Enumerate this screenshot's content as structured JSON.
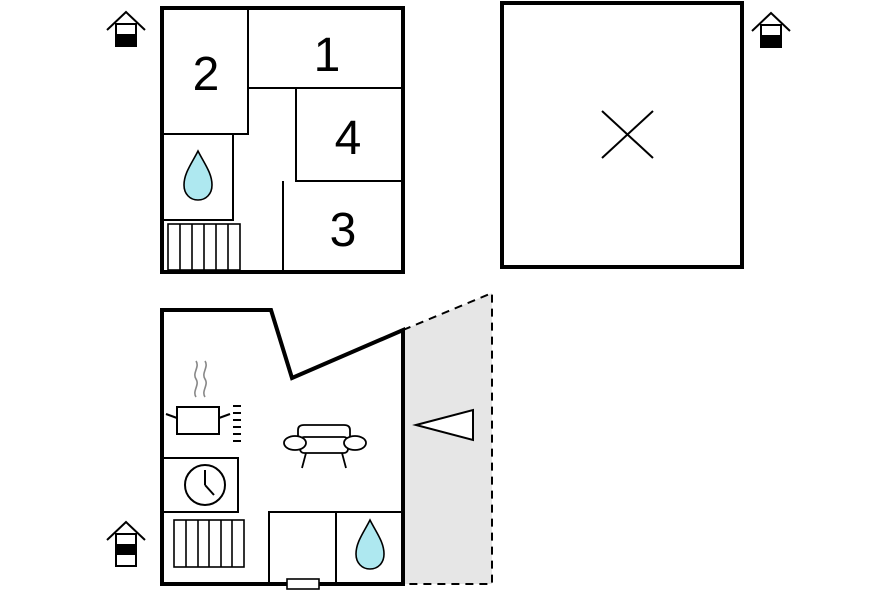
{
  "floor_upper": {
    "rooms": [
      {
        "id": "room-1",
        "label": "1"
      },
      {
        "id": "room-2",
        "label": "2"
      },
      {
        "id": "room-3",
        "label": "3"
      },
      {
        "id": "room-4",
        "label": "4"
      }
    ]
  },
  "colors": {
    "wall": "#000000",
    "water": "#aee8f0",
    "terrace": "#e6e6e6",
    "background": "#ffffff"
  },
  "icons": [
    "floor-level-icon",
    "water-drop-icon",
    "radiator-icon",
    "cooking-pot-icon",
    "clock-icon",
    "sofa-icon",
    "direction-triangle-icon",
    "no-access-cross-icon"
  ]
}
